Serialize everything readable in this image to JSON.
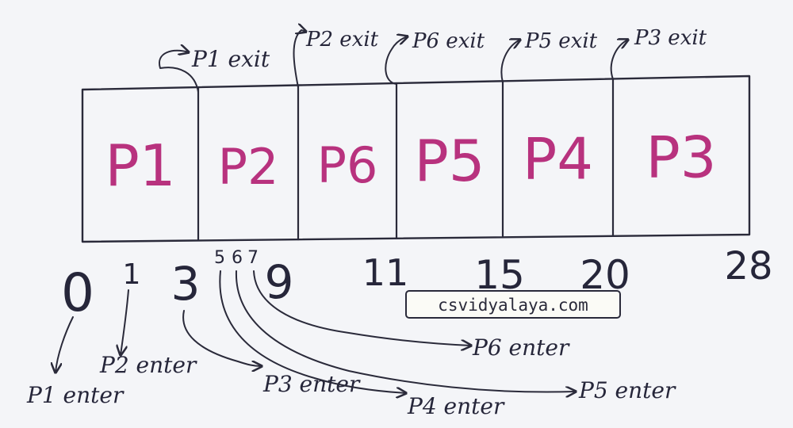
{
  "gantt": {
    "blocks": [
      {
        "label": "P1",
        "start": 0,
        "end": 3
      },
      {
        "label": "P2",
        "start": 3,
        "end": 9
      },
      {
        "label": "P6",
        "start": 9,
        "end": 11
      },
      {
        "label": "P5",
        "start": 11,
        "end": 15
      },
      {
        "label": "P4",
        "start": 15,
        "end": 20
      },
      {
        "label": "P3",
        "start": 20,
        "end": 28
      }
    ],
    "ticks": [
      {
        "value": 0,
        "label": "0"
      },
      {
        "value": 1,
        "label": "1"
      },
      {
        "value": 3,
        "label": "3"
      },
      {
        "value": 5,
        "label": "5"
      },
      {
        "value": 6,
        "label": "6"
      },
      {
        "value": 7,
        "label": "7"
      },
      {
        "value": 9,
        "label": "9"
      },
      {
        "value": 11,
        "label": "11"
      },
      {
        "value": 15,
        "label": "15"
      },
      {
        "value": 20,
        "label": "20"
      },
      {
        "value": 28,
        "label": "28"
      }
    ],
    "exits": [
      {
        "time": 3,
        "label": "P1 exit"
      },
      {
        "time": 9,
        "label": "P2 exit"
      },
      {
        "time": 11,
        "label": "P6 exit"
      },
      {
        "time": 15,
        "label": "P5 exit"
      },
      {
        "time": 20,
        "label": "P3 exit"
      }
    ],
    "enters": [
      {
        "time": 0,
        "label": "P1 enter"
      },
      {
        "time": 1,
        "label": "P2 enter"
      },
      {
        "time": 3,
        "label": "P3 enter"
      },
      {
        "time": 5,
        "label": "P4 enter"
      },
      {
        "time": 6,
        "label": "P5 enter"
      },
      {
        "time": 7,
        "label": "P6 enter"
      }
    ]
  },
  "watermark": "csvidyalaya.com",
  "colors": {
    "process": "#b8327e",
    "ink": "#2a2a3a",
    "paper": "#f4f5f8"
  }
}
